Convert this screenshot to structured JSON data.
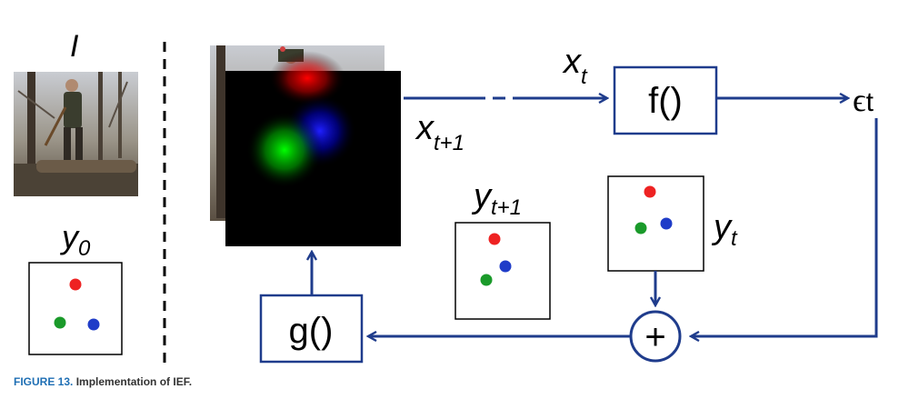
{
  "labels": {
    "input_image": "I",
    "initial_keypoints": "y",
    "initial_keypoints_sub": "0",
    "x_t": "x",
    "x_t_sub": "t",
    "x_t1": "x",
    "x_t1_sub": "t+1",
    "y_t1": "y",
    "y_t1_sub": "t+1",
    "y_t": "y",
    "y_t_sub": "t",
    "error": "ϵ",
    "error_sub": "t",
    "f_box": "f()",
    "g_box": "g()",
    "plus": "+"
  },
  "caption": {
    "label": "FIGURE 13.",
    "text": "Implementation of IEF."
  },
  "colors": {
    "arrow": "#1f3c8c",
    "box": "#1f3c8c",
    "red": "#ff0000",
    "green": "#00b000",
    "blue": "#0000ff",
    "dot_red": "#ee2222",
    "dot_green": "#1a9a2a",
    "dot_blue": "#1f3cc8"
  }
}
